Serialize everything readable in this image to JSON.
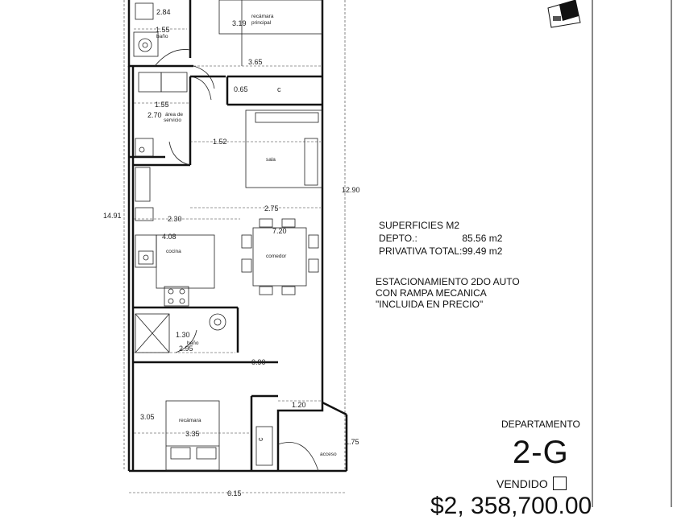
{
  "plan": {
    "dimensions": {
      "d_284": "2.84",
      "d_155a": "1.55",
      "d_319": "3.19",
      "d_365": "3.65",
      "d_065": "0.65",
      "d_155b": "1.55",
      "d_270": "2.70",
      "d_152": "1.52",
      "d_1290": "12.90",
      "d_1491": "14.91",
      "d_230": "2.30",
      "d_275": "2.75",
      "d_408": "4.08",
      "d_720": "7.20",
      "d_130": "1.30",
      "d_295": "2.95",
      "d_090": "0.90",
      "d_120": "1.20",
      "d_305": "3.05",
      "d_335": "3.35",
      "d_175": "1.75",
      "d_615": "6.15"
    },
    "rooms": {
      "recamara_principal_a": "recámara",
      "recamara_principal_b": "principal",
      "bano_top": "baño",
      "area_servicio_a": "área de",
      "area_servicio_b": "servicio",
      "sala": "sala",
      "cocina": "cocina",
      "comedor": "comedor",
      "bano_mid": "baño",
      "recamara": "recámara",
      "acceso": "acceso",
      "closet_top": "c",
      "closet_bottom": "c"
    }
  },
  "superficies": {
    "title": "SUPERFICIES M2",
    "depto_label": "DEPTO.:",
    "depto_value": "85.56 m2",
    "privativa_label": "PRIVATIVA TOTAL:",
    "privativa_value": "99.49 m2"
  },
  "estacionamiento": {
    "line1": "ESTACIONAMIENTO 2DO AUTO",
    "line2": "CON RAMPA MECANICA",
    "line3": "\"INCLUIDA EN PRECIO\""
  },
  "departamento": {
    "label": "DEPARTAMENTO",
    "code": "2-G",
    "status": "VENDIDO",
    "price": "$2, 358,700.00"
  }
}
